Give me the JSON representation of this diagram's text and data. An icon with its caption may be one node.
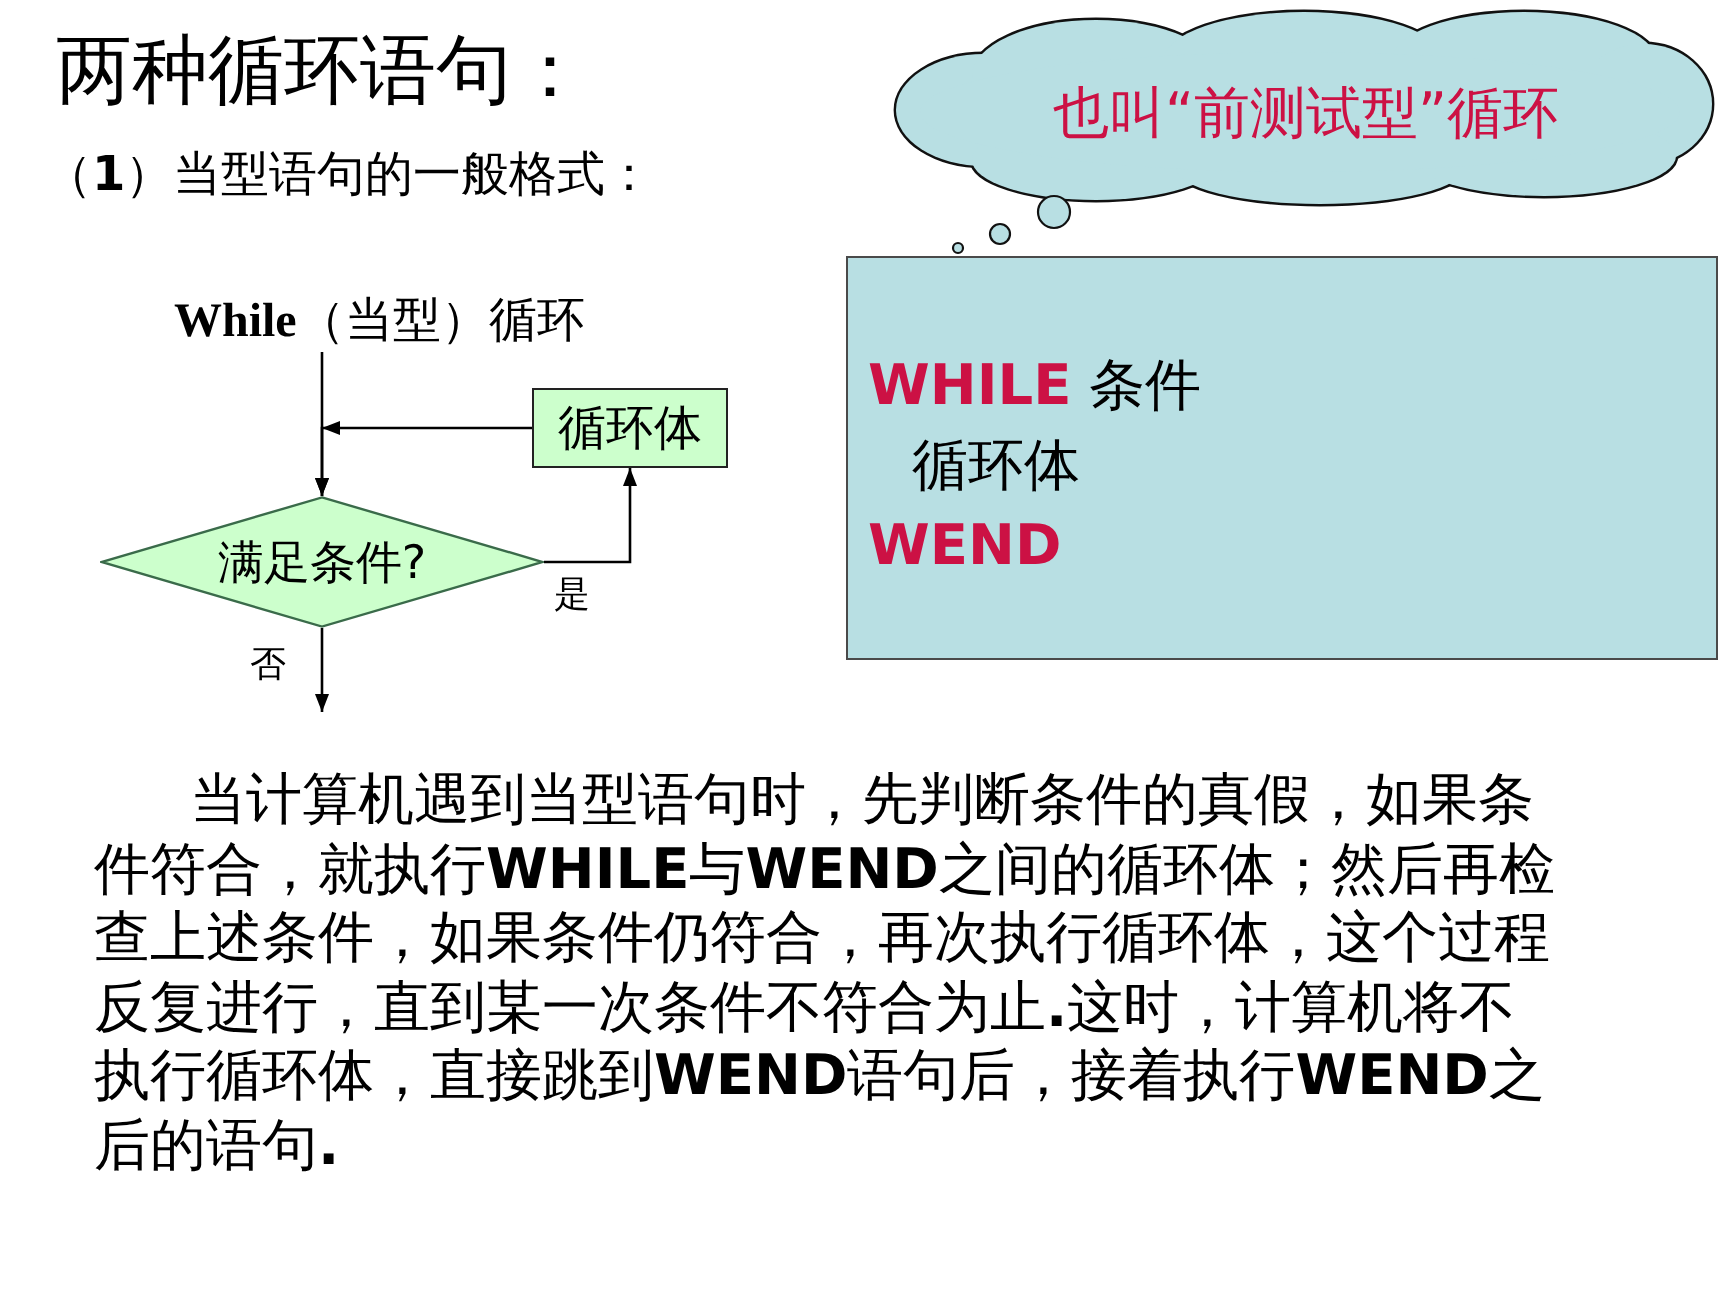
{
  "diagram": {
    "title": "两种循环语句：",
    "nodes": [
      {
        "text": [
          "**While**（当型）循环"
        ]
      },
      {
        "text": [
          "满足条件?"
        ]
      },
      {
        "text": [
          "循环体"
        ]
      },
      {
        "text": [
          "也叫“前测试型”循环"
        ]
      },
      {
        "text": [
          "**WHILE** 条件",
          "循环体",
          "WEND"
        ]
      }
    ],
    "edges": [
      {
        "from": 0,
        "to": 1,
        "arrow": "to"
      },
      {
        "from": 2,
        "to": 1,
        "arrow": "to"
      },
      {
        "from": 1,
        "to": 2,
        "arrow": "to",
        "label": "是"
      },
      {
        "from": 1,
        "to": null,
        "arrow": "to",
        "label": "否"
      }
    ],
    "labels": [
      "（**1**）当型语句的一般格式：",
      "当计算机遇到当型语句时，先判断条件的真假，如果条件符合，就执行**WHILE**与**WEND**之间的循环体；然后再检查上述条件，如果条件仍符合，再次执行循环体，这个过程反复进行，直到某一次条件不符合为止**.**这时，计算机将不执行循环体，直接跳到**WEND**语句后，接着执行**WEND**之后的语句**.**"
    ]
  }
}
